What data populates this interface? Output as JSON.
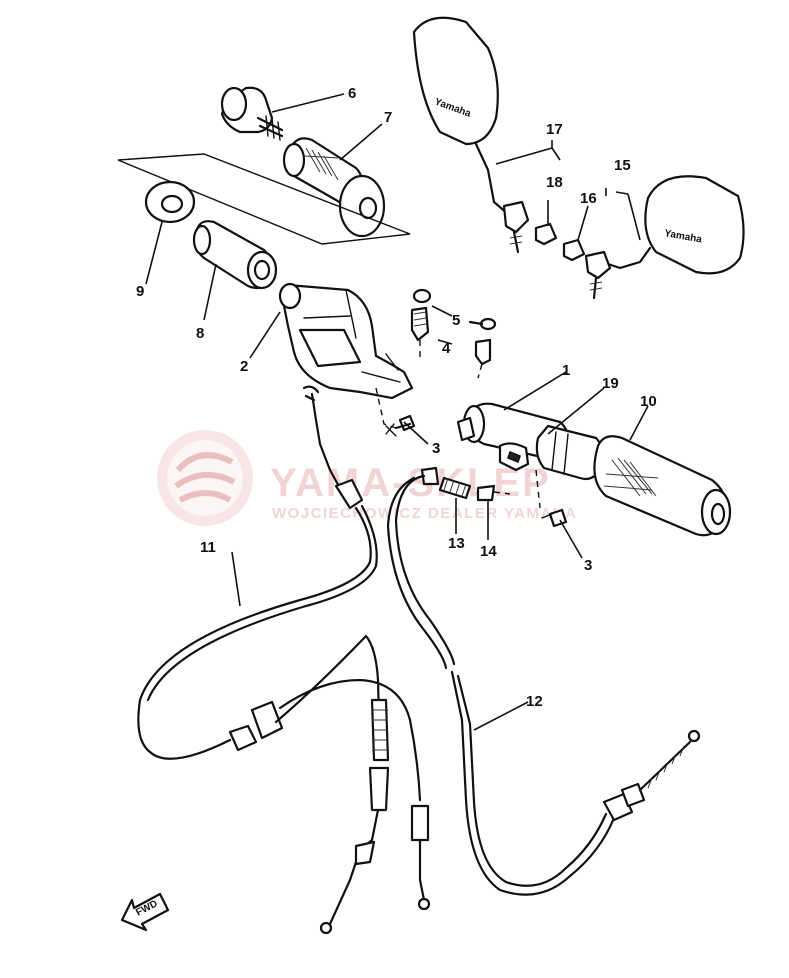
{
  "watermark": {
    "title": "YAMA-SKLEP",
    "subtitle": "WOJCIECHOWICZ DEALER YAMAHA",
    "color": "#e6b4b4"
  },
  "callouts": [
    "1",
    "2",
    "3",
    "3",
    "4",
    "5",
    "6",
    "7",
    "8",
    "9",
    "10",
    "11",
    "12",
    "13",
    "14",
    "15",
    "16",
    "17",
    "18",
    "19"
  ],
  "direction_label": "FWD",
  "mirror_logo": "Yamaha"
}
